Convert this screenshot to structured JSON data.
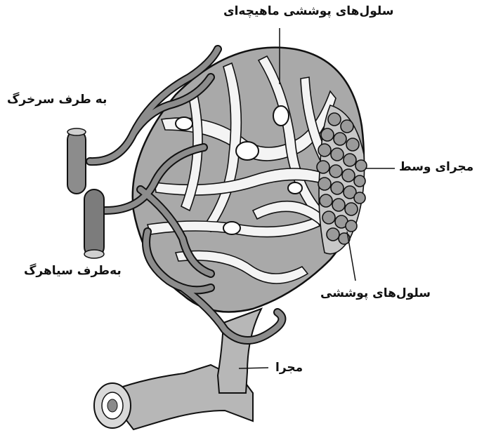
{
  "labels": {
    "muscle_cover_cells": "سلول‌های پوششی ماهیچه‌ای",
    "toward_artery": "به طرف سرخرگ",
    "middle_duct": "مجرای وسط",
    "toward_vein": "به‌طرف سیاهرگ",
    "cover_cells": "سلول‌های پوششی",
    "duct": "مجرا"
  },
  "colors": {
    "ink": "#111111",
    "gland_fill": "#a9a9a9",
    "duct_fill": "#b7b7b7",
    "vessel_fill": "#8c8c8c",
    "cell_fill": "#9a9a9a"
  }
}
